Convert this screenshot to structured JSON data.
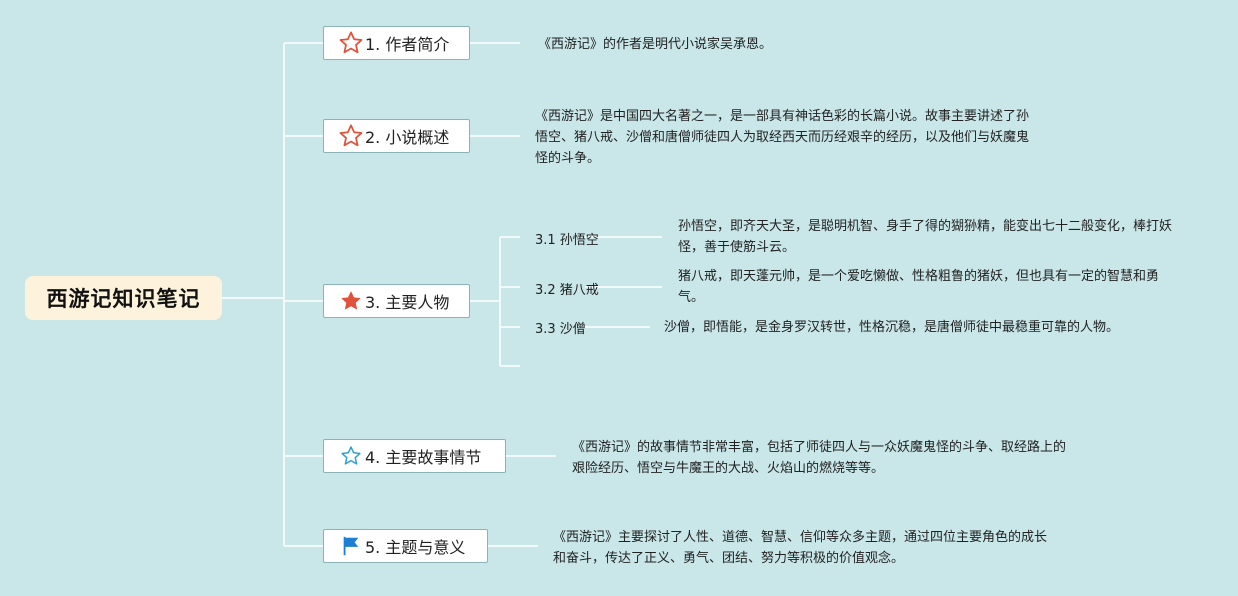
{
  "root": {
    "title": "西游记知识笔记"
  },
  "branches": [
    {
      "label": "1. 作者简介",
      "icon": "star-outline-icon",
      "text": "《西游记》的作者是明代小说家吴承恩。"
    },
    {
      "label": "2. 小说概述",
      "icon": "star-outline-icon",
      "text": "《西游记》是中国四大名著之一，是一部具有神话色彩的长篇小说。故事主要讲述了孙悟空、猪八戒、沙僧和唐僧师徒四人为取经西天而历经艰辛的经历，以及他们与妖魔鬼怪的斗争。"
    },
    {
      "label": "3. 主要人物",
      "icon": "star-filled-icon",
      "children": [
        {
          "label": "3.1 孙悟空",
          "text": "孙悟空，即齐天大圣，是聪明机智、身手了得的猢狲精，能变出七十二般变化，棒打妖怪，善于使筋斗云。"
        },
        {
          "label": "3.2 猪八戒",
          "text": "猪八戒，即天蓬元帅，是一个爱吃懒做、性格粗鲁的猪妖，但也具有一定的智慧和勇气。"
        },
        {
          "label": "3.3 沙僧",
          "text": "沙僧，即悟能，是金身罗汉转世，性格沉稳，是唐僧师徒中最稳重可靠的人物。"
        }
      ]
    },
    {
      "label": "4. 主要故事情节",
      "icon": "star-outline-blue-icon",
      "text": "《西游记》的故事情节非常丰富，包括了师徒四人与一众妖魔鬼怪的斗争、取经路上的艰险经历、悟空与牛魔王的大战、火焰山的燃烧等等。"
    },
    {
      "label": "5. 主题与意义",
      "icon": "flag-icon",
      "text": "《西游记》主要探讨了人性、道德、智慧、信仰等众多主题，通过四位主要角色的成长和奋斗，传达了正义、勇气、团结、努力等积极的价值观念。"
    }
  ],
  "colors": {
    "background": "#c9e6e8",
    "root_fill": "#fdf3dc",
    "line": "#ffffff",
    "star_red": "#e0523a",
    "star_blue": "#2e9ed6",
    "flag_blue": "#1d7fd3"
  }
}
